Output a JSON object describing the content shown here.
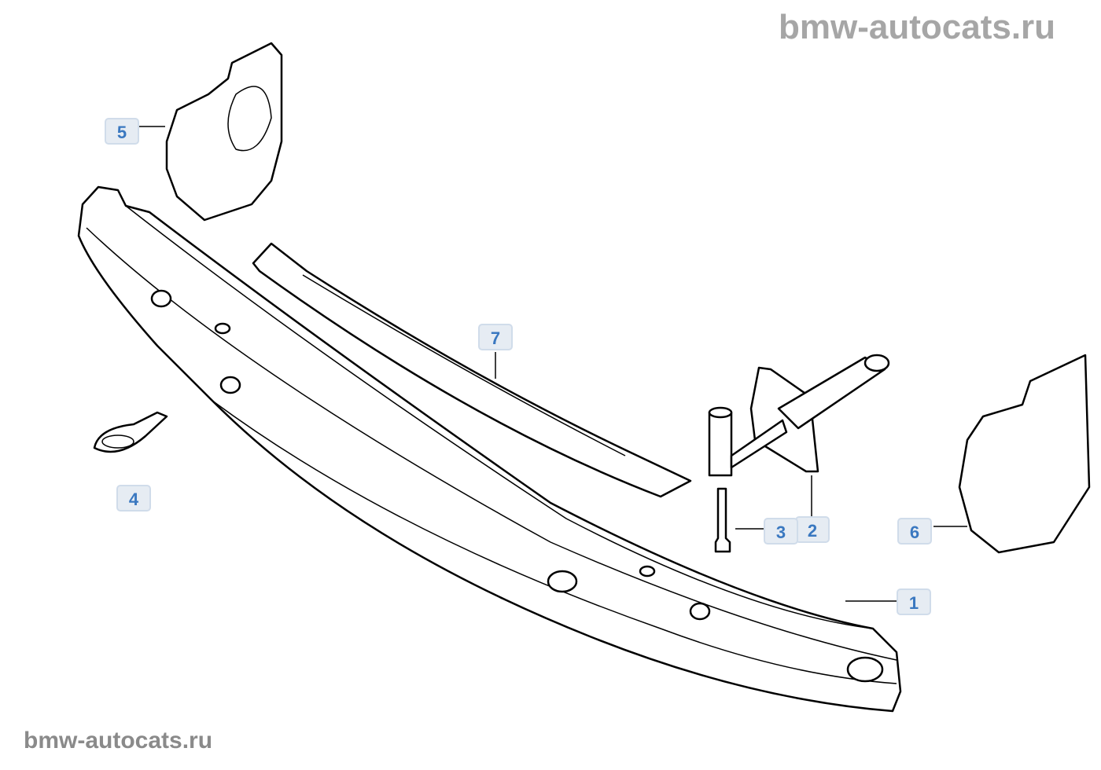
{
  "watermark_top": "bmw-autocats.ru",
  "watermark_bottom": "bmw-autocats.ru",
  "callouts": [
    "1",
    "2",
    "3",
    "4",
    "5",
    "6",
    "7"
  ]
}
